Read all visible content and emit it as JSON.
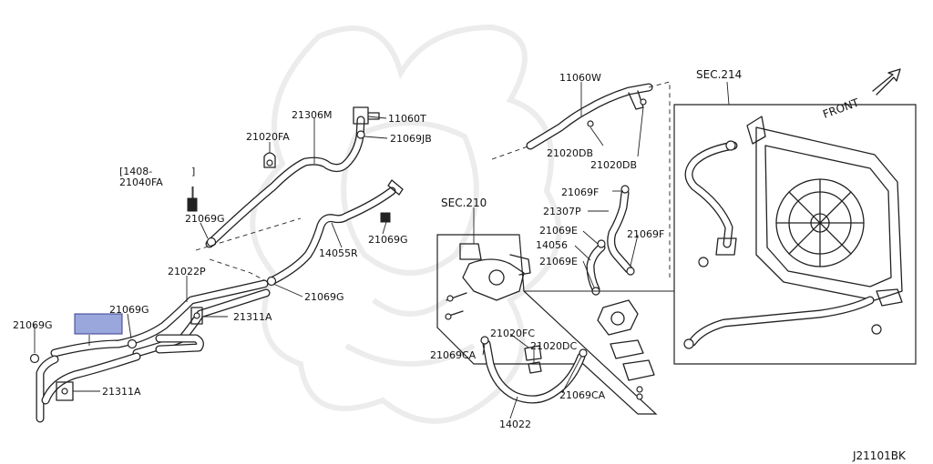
{
  "diagram_id": "J21101BK",
  "orientation": "FRONT",
  "sections": {
    "sec210": "SEC.210",
    "sec214": "SEC.214"
  },
  "colors": {
    "line": "#222222",
    "highlight_fill": "#9aa7dd",
    "highlight_border": "#3b3f8f",
    "watermark": "#ececec"
  },
  "labels": {
    "p1408": "[1408-",
    "p1408_close": "]",
    "p21040FA": "21040FA",
    "p21069G_a": "21069G",
    "p21020FA": "21020FA",
    "p21306M": "21306M",
    "p11060T": "11060T",
    "p21069JB": "21069JB",
    "p21069G_b": "21069G",
    "p14055R": "14055R",
    "p21022P": "21022P",
    "p21069G_c": "21069G",
    "p21311A_a": "21311A",
    "p21069G_d": "21069G",
    "p21069G_e": "21069G",
    "p21311A_b": "21311A",
    "p11060W": "11060W",
    "p21020DB_a": "21020DB",
    "p21020DB_b": "21020DB",
    "p21069F_a": "21069F",
    "p21307P": "21307P",
    "p21069E_a": "21069E",
    "p14056": "14056",
    "p21069E_b": "21069E",
    "p21069F_b": "21069F",
    "p21020FC": "21020FC",
    "p21020DC": "21020DC",
    "p21069CA_a": "21069CA",
    "p21069CA_b": "21069CA",
    "p14022": "14022"
  }
}
